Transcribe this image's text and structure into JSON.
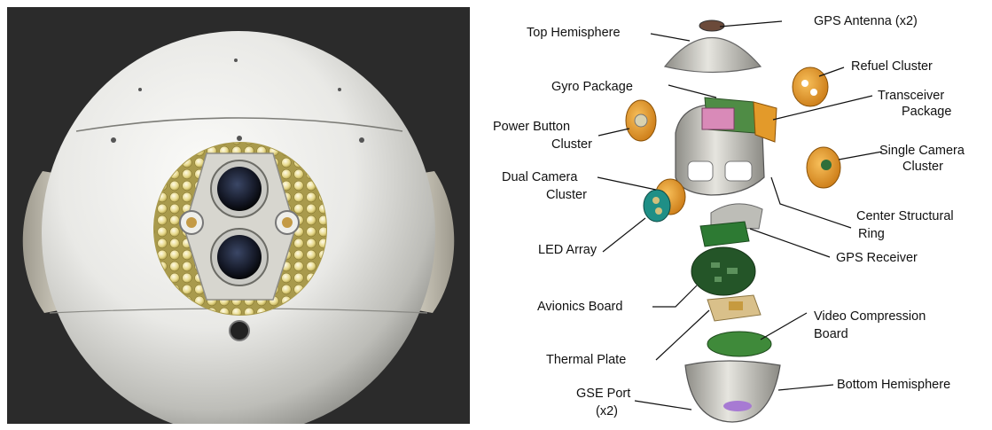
{
  "photo": {
    "subject": "assembled sphere"
  },
  "diagram": {
    "labels": {
      "top_hemisphere": "Top Hemisphere",
      "gps_antenna": "GPS Antenna (x2)",
      "refuel_cluster": "Refuel Cluster",
      "gyro_package": "Gyro Package",
      "transceiver_line1": "Transceiver",
      "transceiver_line2": "Package",
      "power_button_line1": "Power Button",
      "power_button_line2": "Cluster",
      "single_camera_line1": "Single Camera",
      "single_camera_line2": "Cluster",
      "dual_camera_line1": "Dual Camera",
      "dual_camera_line2": "Cluster",
      "center_ring_line1": "Center Structural",
      "center_ring_line2": "Ring",
      "led_array": "LED Array",
      "gps_receiver": "GPS Receiver",
      "avionics_board": "Avionics Board",
      "video_compression_line1": "Video Compression",
      "video_compression_line2": "Board",
      "thermal_plate": "Thermal Plate",
      "bottom_hemisphere": "Bottom Hemisphere",
      "gse_port_line1": "GSE Port",
      "gse_port_line2": "(x2)"
    },
    "colors": {
      "shell": "#b9b8b2",
      "orange_cluster": "#e39a2a",
      "green_board": "#3f8a3a",
      "teal_ring": "#1f8f86",
      "pink_gyro": "#d98ab8",
      "brass": "#c8a35a",
      "purple_port": "#a77ad3"
    }
  }
}
